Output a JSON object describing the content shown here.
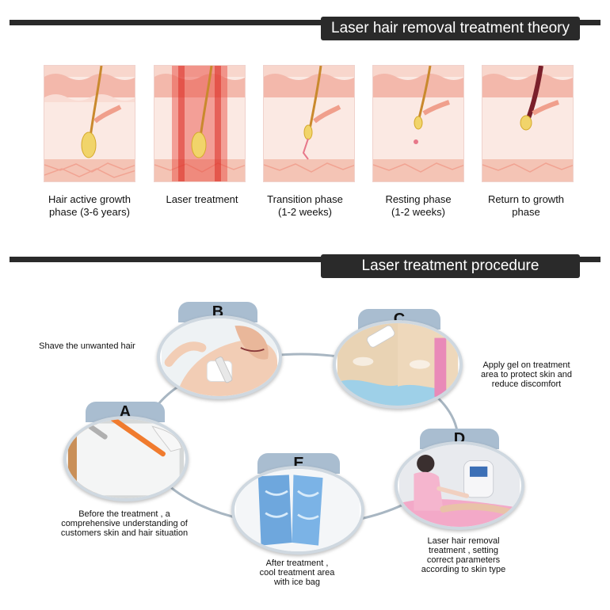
{
  "sections": {
    "theory_title": "Laser hair removal treatment theory",
    "procedure_title": "Laser treatment procedure"
  },
  "phases": [
    {
      "label_line1": "Hair active growth",
      "label_line2": "phase (3-6 years)"
    },
    {
      "label_line1": "Laser treatment",
      "label_line2": ""
    },
    {
      "label_line1": "Transition phase",
      "label_line2": "(1-2 weeks)"
    },
    {
      "label_line1": "Resting phase",
      "label_line2": "(1-2 weeks)"
    },
    {
      "label_line1": "Return to growth",
      "label_line2": "phase"
    }
  ],
  "steps": {
    "A": {
      "letter": "A",
      "text_lines": [
        "Before the treatment , a",
        "comprehensive understanding of",
        "customers skin and hair situation"
      ]
    },
    "B": {
      "letter": "B",
      "text_lines": [
        "Shave the unwanted hair"
      ]
    },
    "C": {
      "letter": "C",
      "text_lines": [
        "Apply gel on treatment",
        "area to protect skin and",
        "reduce discomfort"
      ]
    },
    "D": {
      "letter": "D",
      "text_lines": [
        "Laser hair removal",
        "treatment , setting",
        "correct parameters",
        "according to skin type"
      ]
    },
    "E": {
      "letter": "E",
      "text_lines": [
        "After treatment ,",
        "cool treatment area",
        "with ice bag"
      ]
    }
  },
  "colors": {
    "banner": "#2a2a2a",
    "tab": "#a9bdd0",
    "ring": "#a8b6c2",
    "skin": "#f6d3c8",
    "hair": "#c9892d"
  }
}
